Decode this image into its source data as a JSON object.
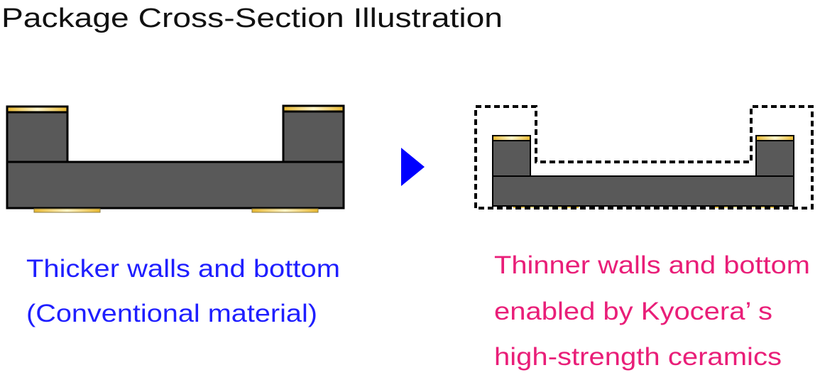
{
  "title": "Package Cross-Section Illustration",
  "left_caption": {
    "line1": "Thicker walls and bottom",
    "line2": "(Conventional material)"
  },
  "right_caption": {
    "line1": "Thinner walls and bottom",
    "line2": "enabled by Kyocera’ s",
    "line3": "high-strength ceramics"
  },
  "colors": {
    "ceramic": "#595959",
    "gold": "#f2c94c",
    "arrow": "#0000ff",
    "left_text": "#1f1fff",
    "right_text": "#e91e78"
  }
}
